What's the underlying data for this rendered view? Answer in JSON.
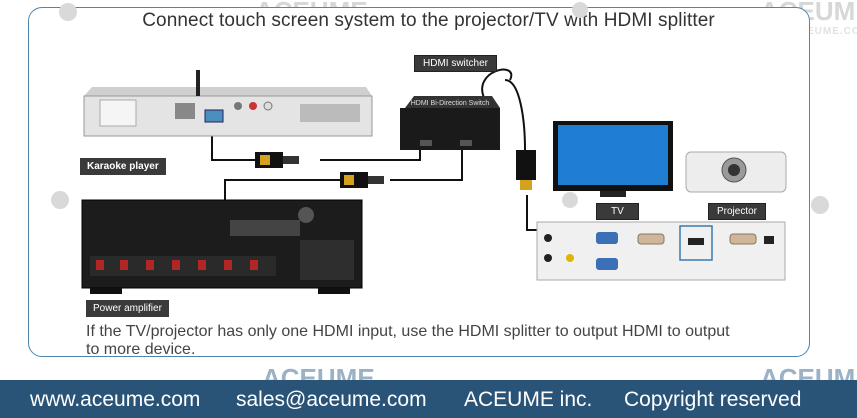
{
  "title": "Connect touch screen system to the projector/TV with HDMI splitter",
  "watermark": {
    "brand": "ACEUME",
    "url": "WWW.ACEUME.COM"
  },
  "labels": {
    "hdmi_switcher": "HDMI switcher",
    "karaoke_player": "Karaoke player",
    "power_amplifier": "Power amplifier",
    "tv": "TV",
    "projector": "Projector",
    "switch_face": "HDMI Bi-Direction Switch"
  },
  "note": "If the TV/projector has only one HDMI input, use the HDMI splitter to output HDMI to output to more device.",
  "footer": {
    "website": "www.aceume.com",
    "email": "sales@aceume.com",
    "company": "ACEUME inc.",
    "copyright": "Copyright reserved"
  },
  "colors": {
    "frame": "#4e86b0",
    "footer_bg": "#2a5477",
    "tv_screen": "#1f7ed1",
    "device_dark": "#1c1c1c"
  }
}
